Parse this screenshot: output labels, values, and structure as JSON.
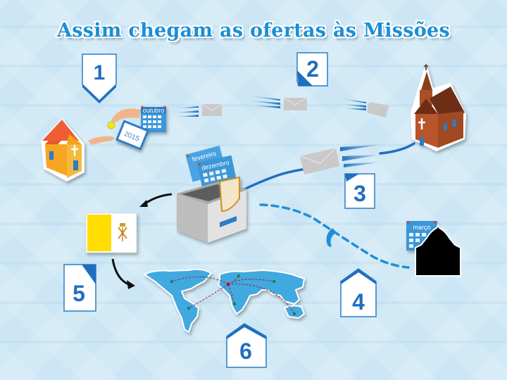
{
  "title": "Assim chegam as ofertas às Missões",
  "steps": [
    {
      "number": "1",
      "description": "Family gives offering at home parish"
    },
    {
      "number": "2",
      "description": "Envelopes sent to the parish"
    },
    {
      "number": "3",
      "description": "Parish sends offering to collection box"
    },
    {
      "number": "4",
      "description": "Communication to the Vatican"
    },
    {
      "number": "5",
      "description": "Vatican"
    },
    {
      "number": "6",
      "description": "Distributed to missions worldwide"
    }
  ],
  "calendars": {
    "october": "outubro",
    "year": "2015",
    "february": "fevereiro",
    "december": "dezembro",
    "march": "março"
  },
  "colors": {
    "accent": "#1f6fbf",
    "title": "#1a8fd6",
    "background": "#cde7f5",
    "flag_yellow": "#ffdd00",
    "map": "#3fa9e0"
  }
}
